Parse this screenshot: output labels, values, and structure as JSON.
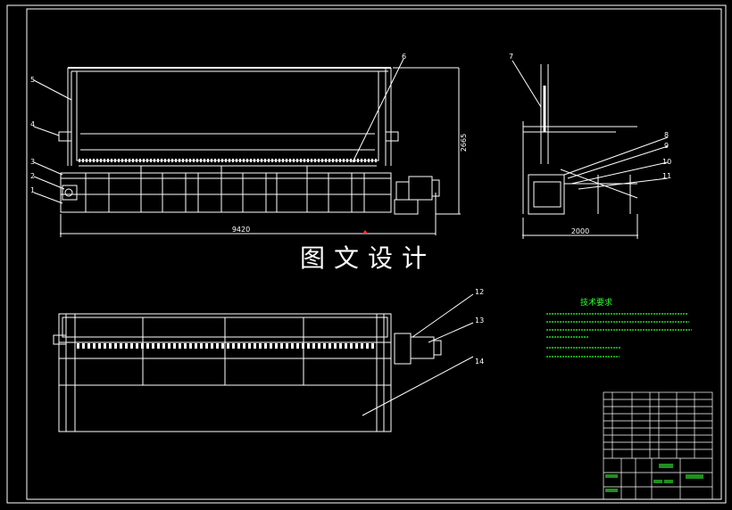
{
  "watermark": "图文设计",
  "dimensions": {
    "front_width": "9420",
    "front_height": "2665",
    "side_width": "2000"
  },
  "callouts": [
    "1",
    "2",
    "3",
    "4",
    "5",
    "6",
    "7",
    "8",
    "9",
    "10",
    "11",
    "12",
    "13",
    "14"
  ],
  "technical_requirements": {
    "title": "技术要求"
  },
  "colors": {
    "background": "#000000",
    "line": "#ffffff",
    "note_text": "#2bff2b",
    "title_block_fill": "#1f8f1f"
  }
}
